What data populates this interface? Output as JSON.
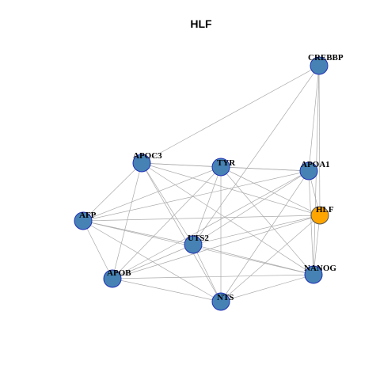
{
  "title": "HLF",
  "colors": {
    "node_fill": "#4682b4",
    "node_stroke": "#1f2fb8",
    "focus_fill": "#ffa500",
    "focus_stroke": "#555555",
    "edge": "#aaaaaa"
  },
  "nodes": [
    {
      "id": "CREBBP",
      "label": "CREBBP",
      "focus": false
    },
    {
      "id": "APOC3",
      "label": "APOC3",
      "focus": false
    },
    {
      "id": "TYR",
      "label": "TYR",
      "focus": false
    },
    {
      "id": "APOA1",
      "label": "APOA1",
      "focus": false
    },
    {
      "id": "HLF",
      "label": "HLF",
      "focus": true
    },
    {
      "id": "AFP",
      "label": "AFP",
      "focus": false
    },
    {
      "id": "UTS2",
      "label": "UTS2",
      "focus": false
    },
    {
      "id": "APOB",
      "label": "APOB",
      "focus": false
    },
    {
      "id": "NANOG",
      "label": "NANOG",
      "focus": false
    },
    {
      "id": "NTS",
      "label": "NTS",
      "focus": false
    }
  ],
  "edges": [
    [
      "CREBBP",
      "APOC3"
    ],
    [
      "CREBBP",
      "APOA1"
    ],
    [
      "CREBBP",
      "HLF"
    ],
    [
      "CREBBP",
      "NANOG"
    ],
    [
      "CREBBP",
      "UTS2"
    ],
    [
      "APOC3",
      "TYR"
    ],
    [
      "APOC3",
      "APOA1"
    ],
    [
      "APOC3",
      "HLF"
    ],
    [
      "APOC3",
      "AFP"
    ],
    [
      "APOC3",
      "UTS2"
    ],
    [
      "APOC3",
      "APOB"
    ],
    [
      "APOC3",
      "NANOG"
    ],
    [
      "APOC3",
      "NTS"
    ],
    [
      "TYR",
      "APOA1"
    ],
    [
      "TYR",
      "HLF"
    ],
    [
      "TYR",
      "AFP"
    ],
    [
      "TYR",
      "UTS2"
    ],
    [
      "TYR",
      "APOB"
    ],
    [
      "TYR",
      "NANOG"
    ],
    [
      "TYR",
      "NTS"
    ],
    [
      "APOA1",
      "HLF"
    ],
    [
      "APOA1",
      "AFP"
    ],
    [
      "APOA1",
      "UTS2"
    ],
    [
      "APOA1",
      "APOB"
    ],
    [
      "APOA1",
      "NANOG"
    ],
    [
      "APOA1",
      "NTS"
    ],
    [
      "HLF",
      "AFP"
    ],
    [
      "HLF",
      "UTS2"
    ],
    [
      "HLF",
      "APOB"
    ],
    [
      "HLF",
      "NANOG"
    ],
    [
      "HLF",
      "NTS"
    ],
    [
      "AFP",
      "UTS2"
    ],
    [
      "AFP",
      "APOB"
    ],
    [
      "AFP",
      "NANOG"
    ],
    [
      "AFP",
      "NTS"
    ],
    [
      "UTS2",
      "APOB"
    ],
    [
      "UTS2",
      "NANOG"
    ],
    [
      "UTS2",
      "NTS"
    ],
    [
      "APOB",
      "NANOG"
    ],
    [
      "APOB",
      "NTS"
    ],
    [
      "NANOG",
      "NTS"
    ]
  ]
}
